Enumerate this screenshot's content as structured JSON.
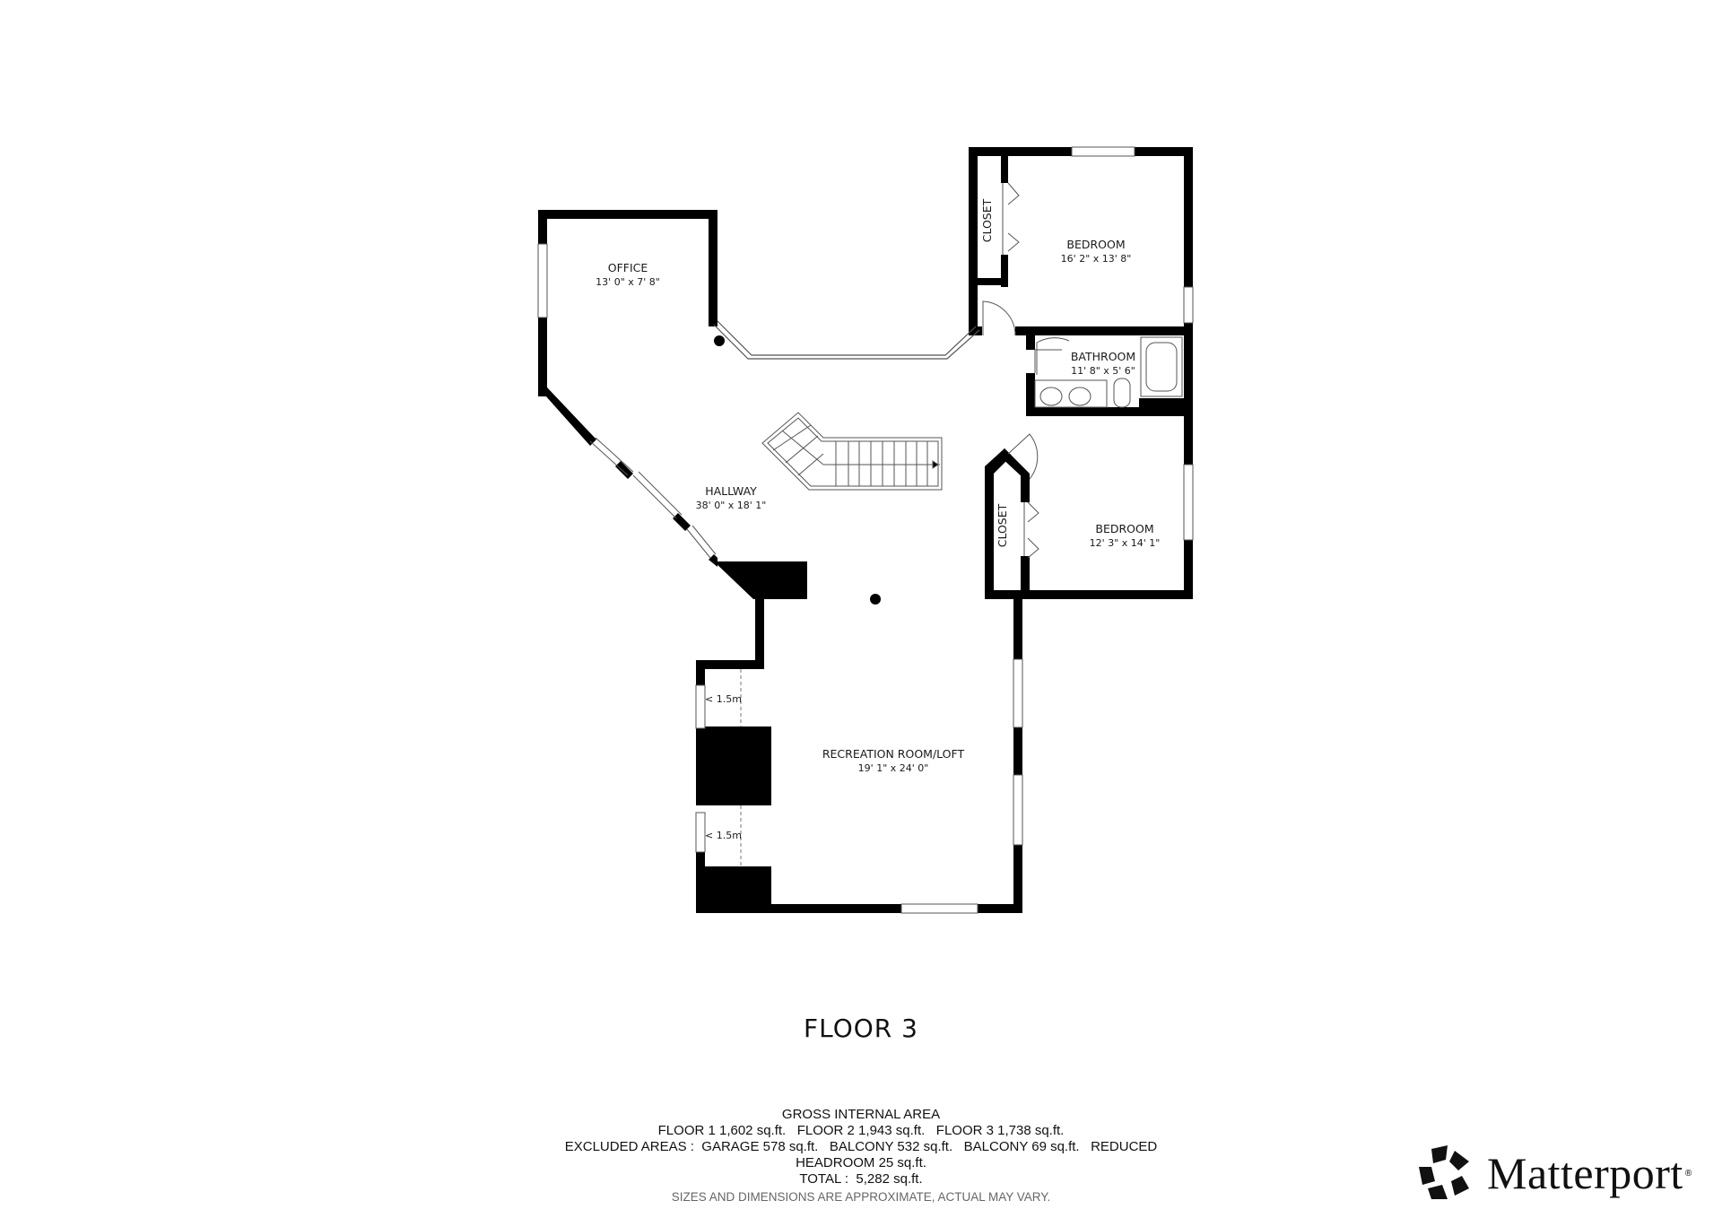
{
  "floor_title": "FLOOR 3",
  "rooms": [
    {
      "id": "office",
      "name": "OFFICE",
      "dims": "13' 0\" x 7' 8\""
    },
    {
      "id": "bedroom1",
      "name": "BEDROOM",
      "dims": "16' 2\" x 13' 8\""
    },
    {
      "id": "closet1",
      "name": "CLOSET"
    },
    {
      "id": "bathroom",
      "name": "BATHROOM",
      "dims": "11' 8\" x 5' 6\""
    },
    {
      "id": "hallway",
      "name": "HALLWAY",
      "dims": "38' 0\" x 18' 1\""
    },
    {
      "id": "bedroom2",
      "name": "BEDROOM",
      "dims": "12' 3\" x 14' 1\""
    },
    {
      "id": "closet2",
      "name": "CLOSET"
    },
    {
      "id": "recroom",
      "name": "RECREATION ROOM/LOFT",
      "dims": "19' 1\" x 24' 0\""
    }
  ],
  "headroom_notes": [
    "< 1.5m",
    "< 1.5m"
  ],
  "area_summary": {
    "heading": "GROSS INTERNAL AREA",
    "floors_line": "FLOOR 1 1,602 sq.ft.   FLOOR 2 1,943 sq.ft.   FLOOR 3 1,738 sq.ft.",
    "excluded_line": "EXCLUDED AREAS :  GARAGE 578 sq.ft.   BALCONY 532 sq.ft.   BALCONY 69 sq.ft.   REDUCED",
    "excluded_line2": "HEADROOM 25 sq.ft.",
    "total_line": "TOTAL :  5,282 sq.ft.",
    "disclaimer": "SIZES AND DIMENSIONS ARE APPROXIMATE, ACTUAL MAY VARY."
  },
  "brand": {
    "name": "Matterport",
    "reg_mark": "®",
    "icon": "matterport-pentagon-logo-icon"
  },
  "colors": {
    "wall": "#000000",
    "background": "#ffffff",
    "text": "#111111",
    "disclaimer": "#666666"
  }
}
